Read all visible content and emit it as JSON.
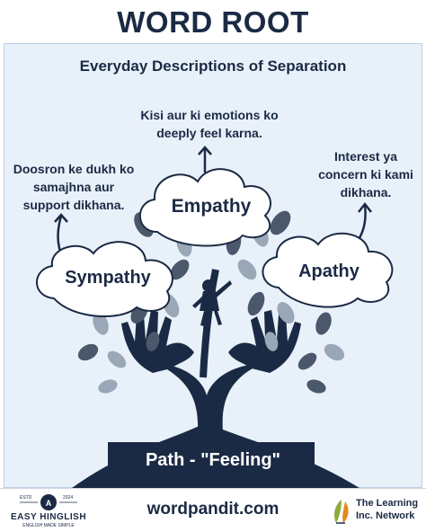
{
  "header": {
    "title": "WORD ROOT"
  },
  "subtitle": "Everyday Descriptions of Separation",
  "notes": {
    "empathy": [
      "Kisi aur ki emotions ko",
      "deeply feel karna."
    ],
    "sympathy": [
      "Doosron ke dukh ko",
      "samajhna aur",
      "support dikhana."
    ],
    "apathy": [
      "Interest ya",
      "concern ki kami",
      "dikhana."
    ]
  },
  "clouds": {
    "empathy": "Empathy",
    "sympathy": "Sympathy",
    "apathy": "Apathy"
  },
  "root": {
    "label": "Path - \"Feeling\""
  },
  "footer": {
    "site": "wordpandit.com",
    "left_logo": {
      "name": "EASY HINGLISH",
      "tagline": "ENGLISH MADE SIMPLE",
      "est": "ESTD",
      "year": "2024"
    },
    "right_logo": {
      "line1": "The Learning",
      "line2": "Inc. Network"
    }
  },
  "colors": {
    "navy": "#1b2a44",
    "panel": "#e8f1fa",
    "leaf": "#4b586c",
    "leaf_light": "#9aa7b6",
    "accent_green": "#8cab3f",
    "accent_orange": "#e08a1e"
  }
}
